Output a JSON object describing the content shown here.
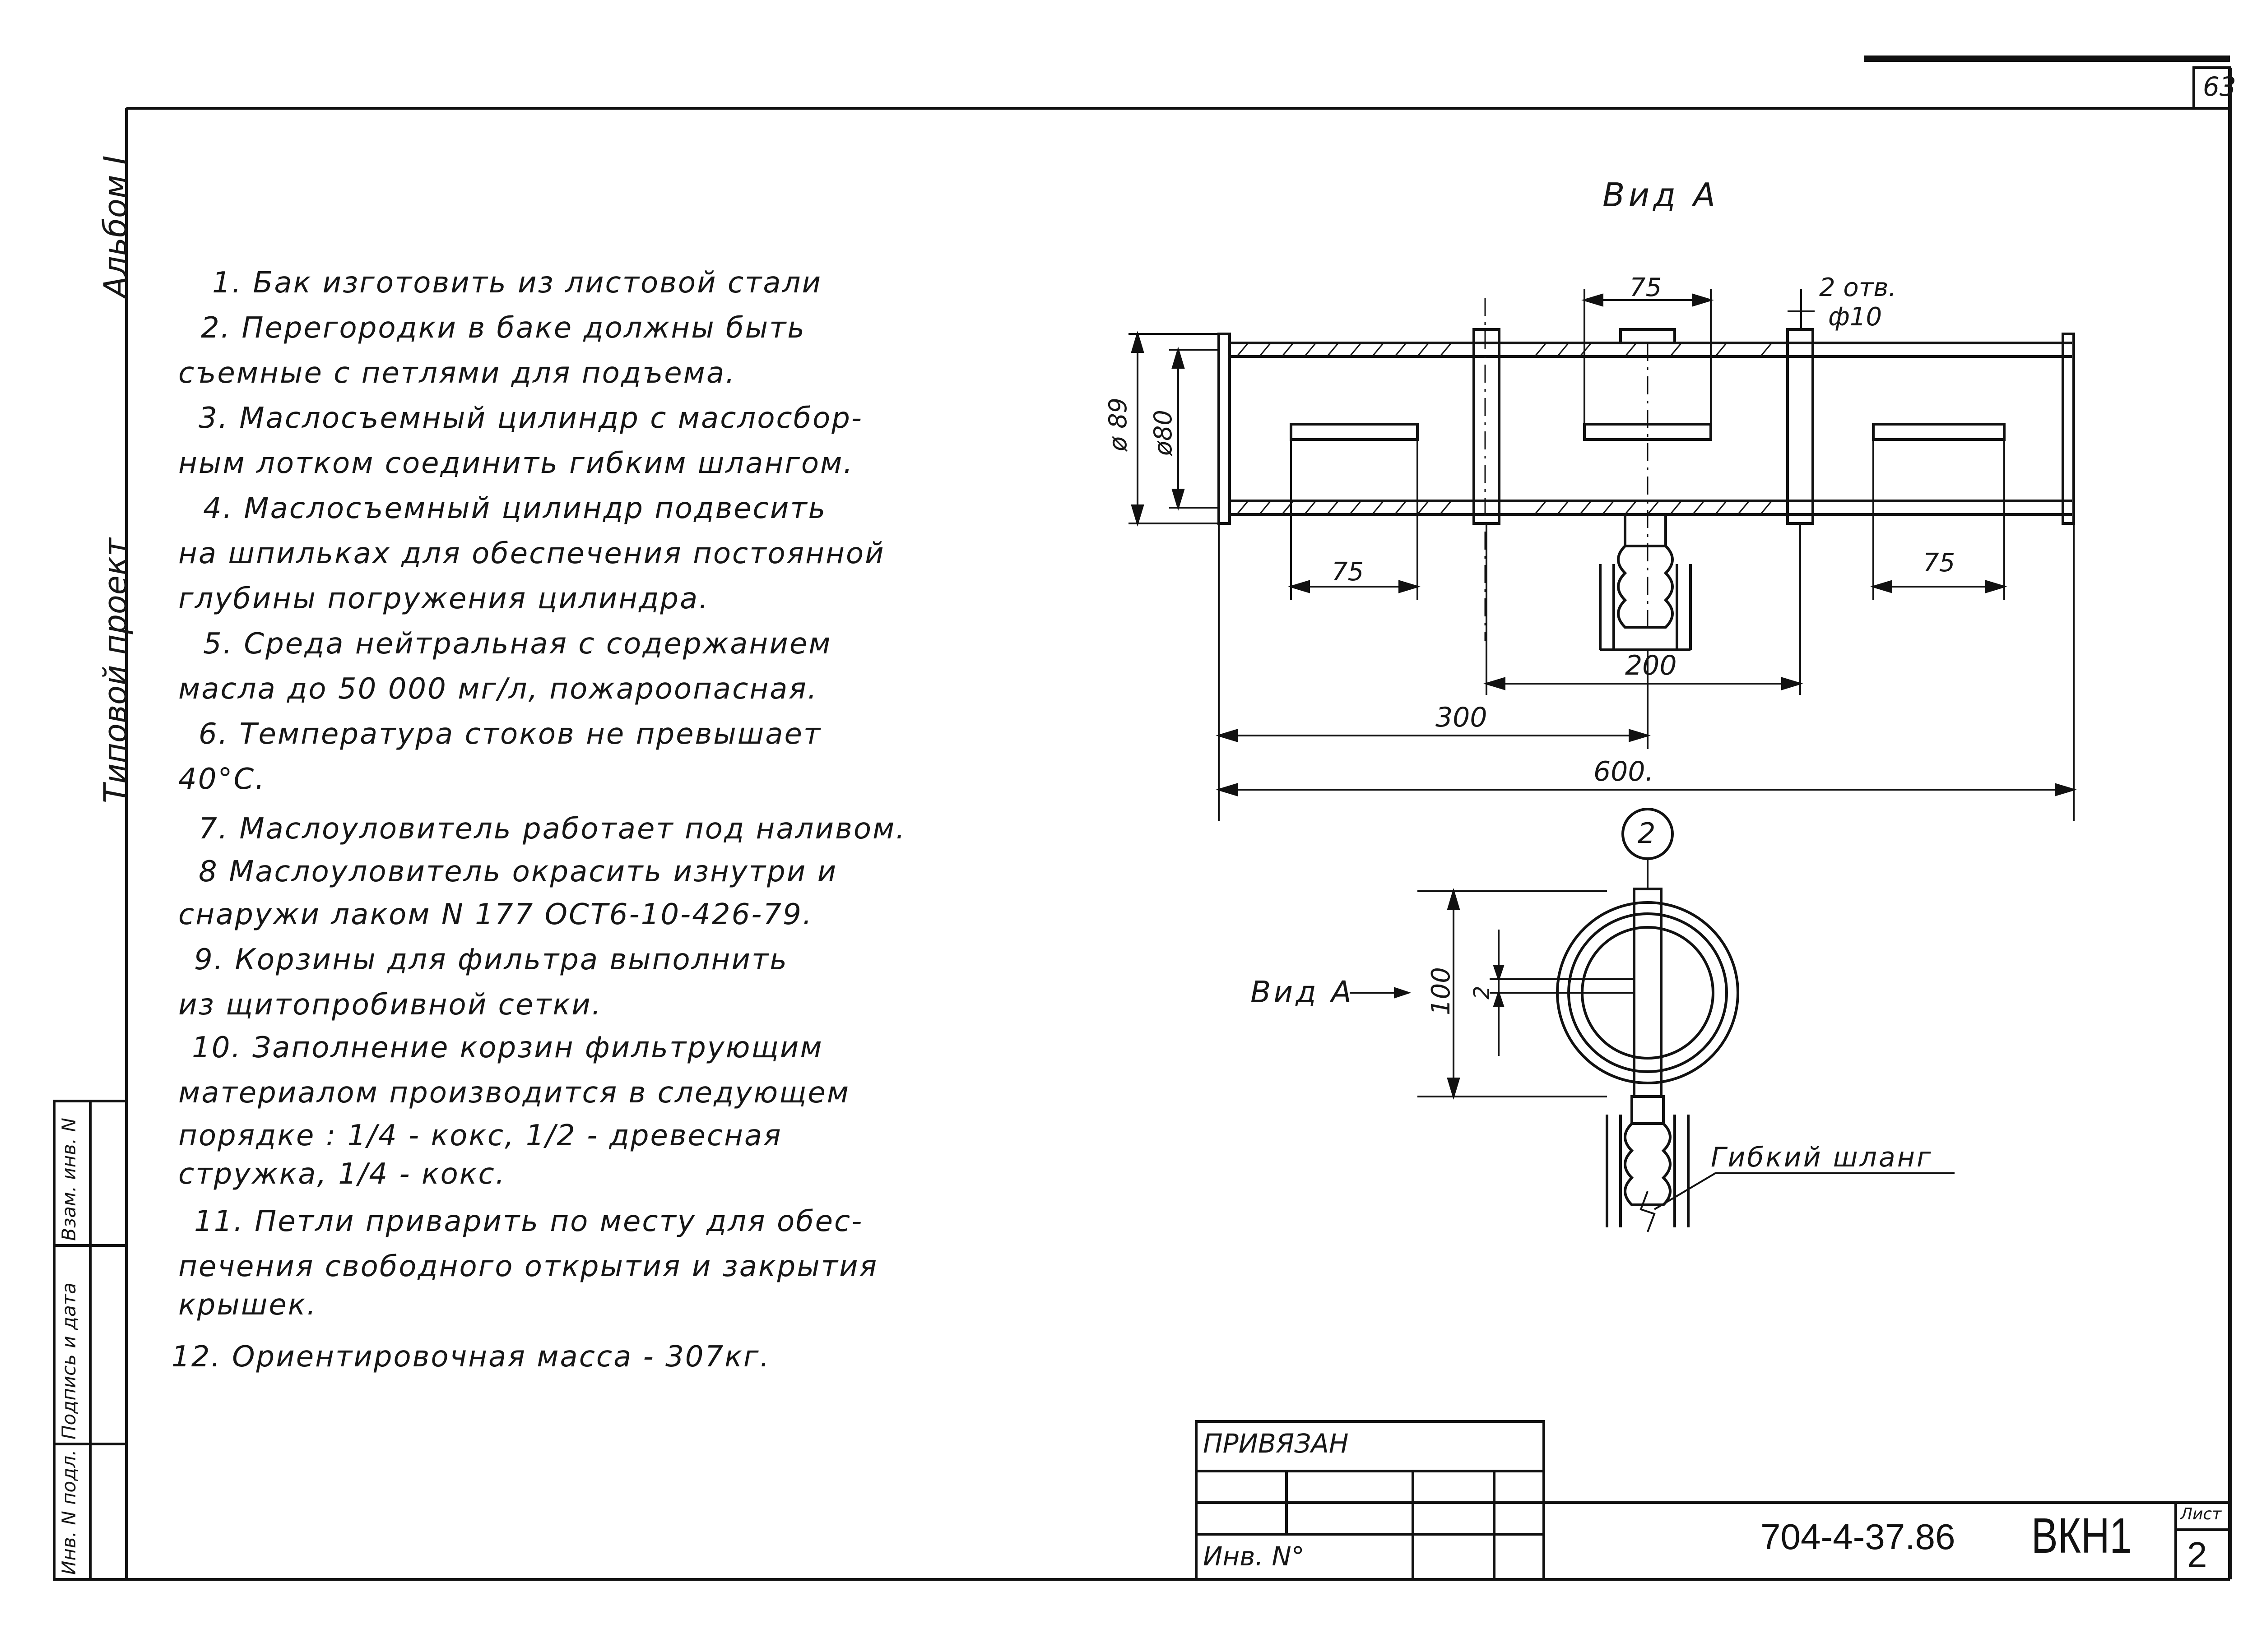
{
  "header": {
    "page_number": "63",
    "album_label": "Альбом I",
    "project_label": "Типовой проект"
  },
  "notes": [
    "1. Бак изготовить из листовой стали",
    "2. Перегородки в баке должны быть",
    "съемные с петлями для подъема.",
    "3. Маслосъемный цилиндр с маслосбор-",
    "ным лотком соединить гибким шлангом.",
    "4. Маслосъемный цилиндр подвесить",
    "на шпильках для обеспечения постоянной",
    "глубины погружения цилиндра.",
    "5. Среда нейтральная с содержанием",
    "масла до 50 000 мг/л, пожароопасная.",
    "6. Температура стоков не превышает",
    "40°С.",
    "7. Маслоуловитель работает под наливом.",
    "8 Маслоуловитель окрасить изнутри и",
    "снаружи лаком N 177 ОСТ6-10-426-79.",
    "9. Корзины для фильтра выполнить",
    "из щитопробивной сетки.",
    "10. Заполнение корзин фильтрующим",
    "материалом производится в следующем",
    "порядке : 1/4 - кокс, 1/2 - древесная",
    "стружка, 1/4 - кокс.",
    "11. Петли приварить по месту для обес-",
    "печения свободного открытия и закрытия",
    "крышек.",
    "12. Ориентировочная масса - 307кг."
  ],
  "view_top": {
    "title": "Вид А",
    "dims": {
      "d_outer": "ø 89",
      "d_inner": "ø80",
      "top_75": "75",
      "holes": "2 отв.",
      "holes_d": "ф10",
      "left_75": "75",
      "right_75": "75",
      "d200": "200",
      "d300": "300",
      "d600": "600."
    }
  },
  "view_section": {
    "marker": "2",
    "label": "Вид А",
    "d100": "100",
    "d2": "2",
    "hose_label": "Гибкий шланг"
  },
  "side_stamp": {
    "cells": [
      "Инв. N подл.",
      "Подпись и дата",
      "Взам. инв. N"
    ]
  },
  "title_block": {
    "attached": "ПРИВЯЗАН",
    "inv_no": "Инв. N°",
    "doc_code": "704-4-37.86",
    "doc_mark": "ВКН1",
    "sheet_label": "Лист",
    "sheet_number": "2"
  }
}
